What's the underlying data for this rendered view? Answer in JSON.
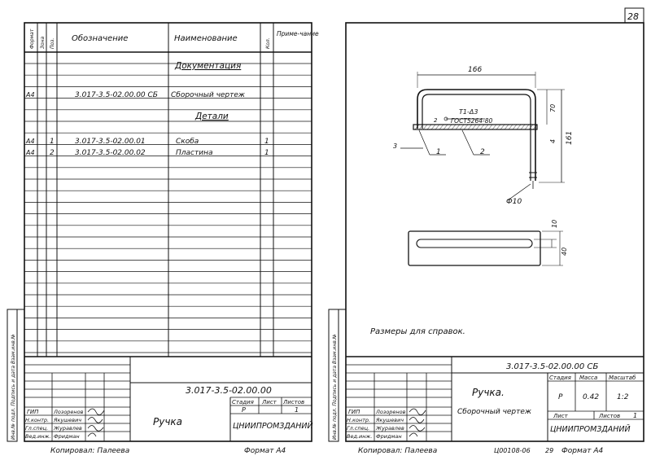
{
  "page_number": "28",
  "left_sheet": {
    "spec_headers": [
      "Формат",
      "Зона",
      "Поз.",
      "Обозначение",
      "Наименование",
      "Кол.",
      "Приме-чание"
    ],
    "section_docs": "Документация",
    "section_parts": "Детали",
    "rows": [
      {
        "format": "А4",
        "pos": "",
        "designation": "3.017-3.5-02.00.00 СБ",
        "name": "Сборочный чертеж",
        "qty": ""
      },
      {
        "format": "А4",
        "pos": "1",
        "designation": "3.017-3.5-02.00.01",
        "name": "Скоба",
        "qty": "1"
      },
      {
        "format": "А4",
        "pos": "2",
        "designation": "3.017-3.5-02.00.02",
        "name": "Пластина",
        "qty": "1"
      }
    ],
    "title_code": "3.017-3.5-02.00.00",
    "title_name": "Ручка",
    "stage_header": "Стадия",
    "sheet_header": "Лист",
    "sheets_header": "Листов",
    "stage": "Р",
    "sheets": "1",
    "org": "ЦНИИПРОМЗДАНИЙ",
    "signers": [
      {
        "role": "ГИП",
        "name": "Лозоренов"
      },
      {
        "role": "Н.контр.",
        "name": "Якушевич"
      },
      {
        "role": "Гл.спец.",
        "name": "Журавлев"
      },
      {
        "role": "Вед.инж.",
        "name": "Фридман"
      }
    ],
    "side_stamp": "Инв.№ подл. Подпись и дата Взам.инв.№",
    "copied": "Копировал: Палеева",
    "format": "Формат А4"
  },
  "right_sheet": {
    "dims": {
      "width": "166",
      "height": "161",
      "top": "70",
      "gap": "4",
      "side": "3",
      "diameter": "Ф10",
      "slot": "10",
      "plate_width": "40"
    },
    "weld": "Т1-Δ3",
    "weld_std": "ГОСТ5264-80",
    "callout_1": "1",
    "callout_2": "2",
    "note": "Размеры для справок.",
    "title_code": "3.017-3.5-02.00.00 СБ",
    "title_name": "Ручка.",
    "title_sub": "Сборочный чертеж",
    "stage_header": "Стадия",
    "mass_header": "Масса",
    "scale_header": "Масштаб",
    "stage": "Р",
    "mass": "0.42",
    "scale": "1:2",
    "sheet_label": "Лист",
    "sheets_label": "Листов",
    "sheets": "1",
    "org": "ЦНИИПРОМЗДАНИЙ",
    "signers": [
      {
        "role": "ГИП",
        "name": "Лозоренов"
      },
      {
        "role": "Н.контр.",
        "name": "Якушевич"
      },
      {
        "role": "Гл.спец.",
        "name": "Журавлев"
      },
      {
        "role": "Вед.инж.",
        "name": "Фридман"
      }
    ],
    "side_stamp": "Инв.№ подл. Подпись и дата Взам.инв.№",
    "copied": "Копировал: Палеева",
    "archive": "Ц00108-06",
    "archive_sheet": "29",
    "format": "Формат А4"
  }
}
